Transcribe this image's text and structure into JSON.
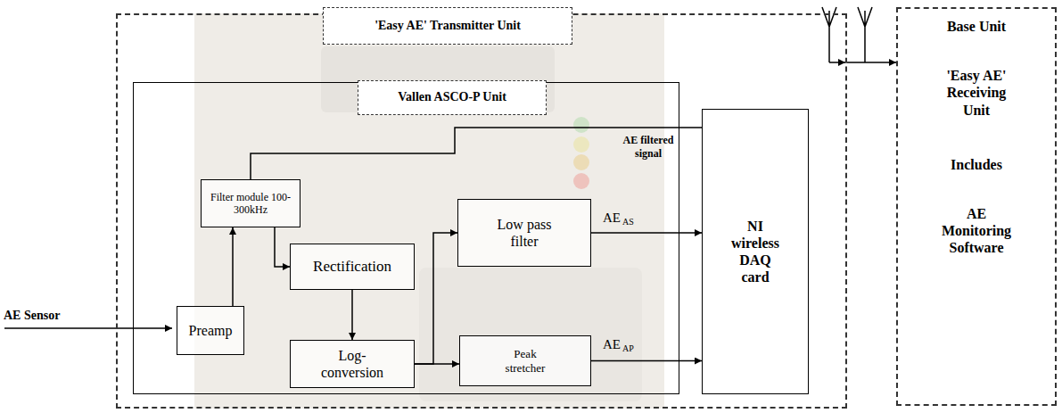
{
  "diagram": {
    "nodes": [
      {
        "text": [
          "'Easy AE' Transmitter Unit"
        ]
      },
      {
        "text": [
          "Vallen ASCO-P Unit"
        ],
        "in": 0
      },
      {
        "text": [
          "Filter module 100-300kHz"
        ],
        "in": 1
      },
      {
        "text": [
          "Preamp"
        ],
        "in": 1
      },
      {
        "text": [
          "Rectification"
        ],
        "in": 1
      },
      {
        "text": [
          "Low pass filter"
        ],
        "in": 1
      },
      {
        "text": [
          "Log-conversion"
        ],
        "in": 1
      },
      {
        "text": [
          "Peak stretcher"
        ],
        "in": 1
      },
      {
        "text": [
          "NI wireless DAQ card"
        ],
        "in": 0
      },
      {
        "text": [
          "Base Unit",
          "'Easy AE' Receiving Unit",
          "Includes",
          "AE Monitoring Software"
        ]
      }
    ],
    "edges": [
      {
        "from": 3,
        "to": 2,
        "arrow": "to"
      },
      {
        "from": 2,
        "to": 4,
        "arrow": "to"
      },
      {
        "from": 2,
        "to": 8,
        "label": "AE filtered signal",
        "arrow": "none"
      },
      {
        "from": 4,
        "to": 6,
        "arrow": "to"
      },
      {
        "from": 6,
        "to": 5,
        "arrow": "to"
      },
      {
        "from": 6,
        "to": 7,
        "arrow": "to"
      },
      {
        "from": 5,
        "to": 8,
        "arrow": "to"
      },
      {
        "from": 7,
        "to": 8,
        "arrow": "to"
      },
      {
        "from": 0,
        "to": 9,
        "arrow": "to"
      }
    ],
    "labels": [
      "AE Sensor",
      "AE",
      "AS",
      "AE",
      "AP"
    ]
  }
}
